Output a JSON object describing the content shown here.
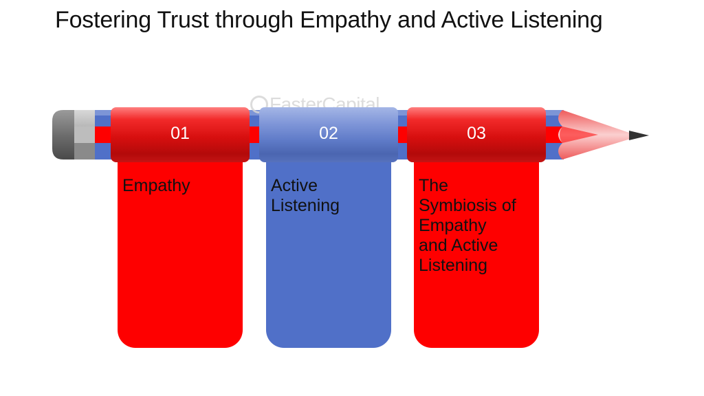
{
  "title": "Fostering Trust through Empathy and Active Listening",
  "watermark": "FasterCapital",
  "steps": [
    {
      "number": "01",
      "label": "Empathy",
      "color": "#fe0000"
    },
    {
      "number": "02",
      "label": "Active\nListening",
      "color": "#5070c8"
    },
    {
      "number": "03",
      "label": "The\nSymbiosis of\nEmpathy\nand Active\nListening",
      "color": "#fe0000"
    }
  ],
  "colors": {
    "pencil_stripe": "#fe0000",
    "pencil_body": "#5070c8",
    "eraser": "#7f7f7f",
    "tip": "#f4a2a2",
    "lead": "#333333"
  }
}
